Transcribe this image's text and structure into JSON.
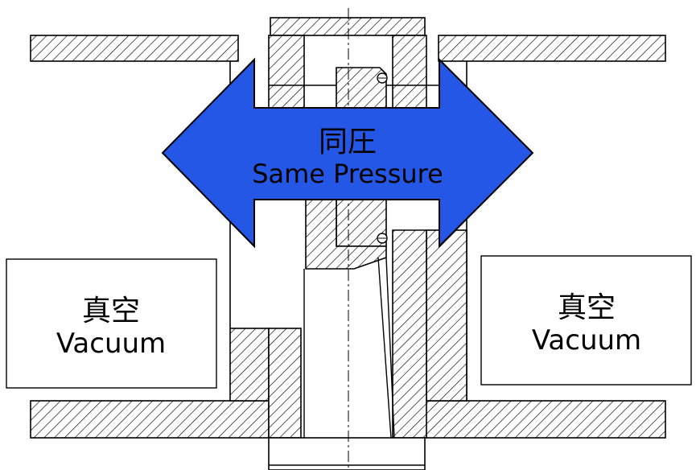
{
  "arrow": {
    "label_cn": "同圧",
    "label_en": "Same Pressure",
    "fill_color": "#2457e6",
    "stroke_color": "#000000"
  },
  "left_box": {
    "label_cn": "真空",
    "label_en": "Vacuum"
  },
  "right_box": {
    "label_cn": "真空",
    "label_en": "Vacuum"
  },
  "colors": {
    "line": "#000000",
    "hatch": "#000000",
    "background": "#ffffff"
  }
}
